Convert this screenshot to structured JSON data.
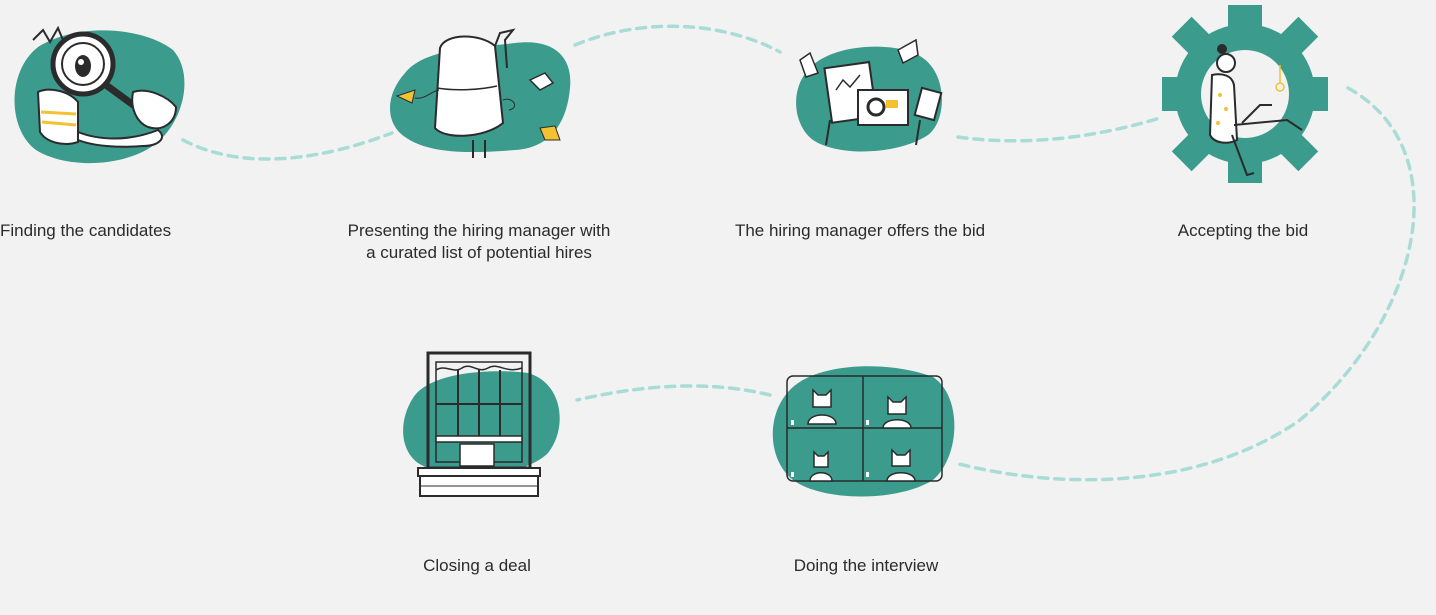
{
  "colors": {
    "background": "#f2f2f2",
    "teal": "#3b9b8c",
    "connector": "#a9dcd6",
    "ink": "#2b2b2b",
    "accent_yellow": "#f2c230"
  },
  "steps": [
    {
      "icon": "magnifying-glass-person-icon",
      "lines": [
        "Finding the candidates"
      ]
    },
    {
      "icon": "mailbox-icon",
      "lines": [
        "Presenting the hiring manager with",
        "a curated list of potential hires"
      ]
    },
    {
      "icon": "documents-calculator-icon",
      "lines": [
        "The hiring manager offers the bid"
      ]
    },
    {
      "icon": "gear-person-laptop-icon",
      "lines": [
        "Accepting the bid"
      ]
    },
    {
      "icon": "video-call-cats-icon",
      "lines": [
        "Doing the interview"
      ]
    },
    {
      "icon": "window-icon",
      "lines": [
        "Closing a deal"
      ]
    }
  ]
}
